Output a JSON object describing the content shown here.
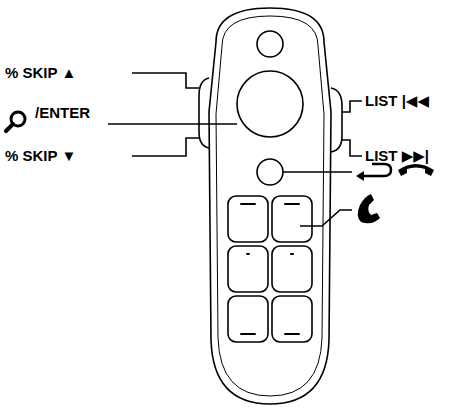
{
  "diagram": {
    "labels": [
      "% SKIP ▲",
      "/ENTER",
      "% SKIP ▼",
      "LIST |◀◀",
      "LIST ▶▶|"
    ]
  }
}
